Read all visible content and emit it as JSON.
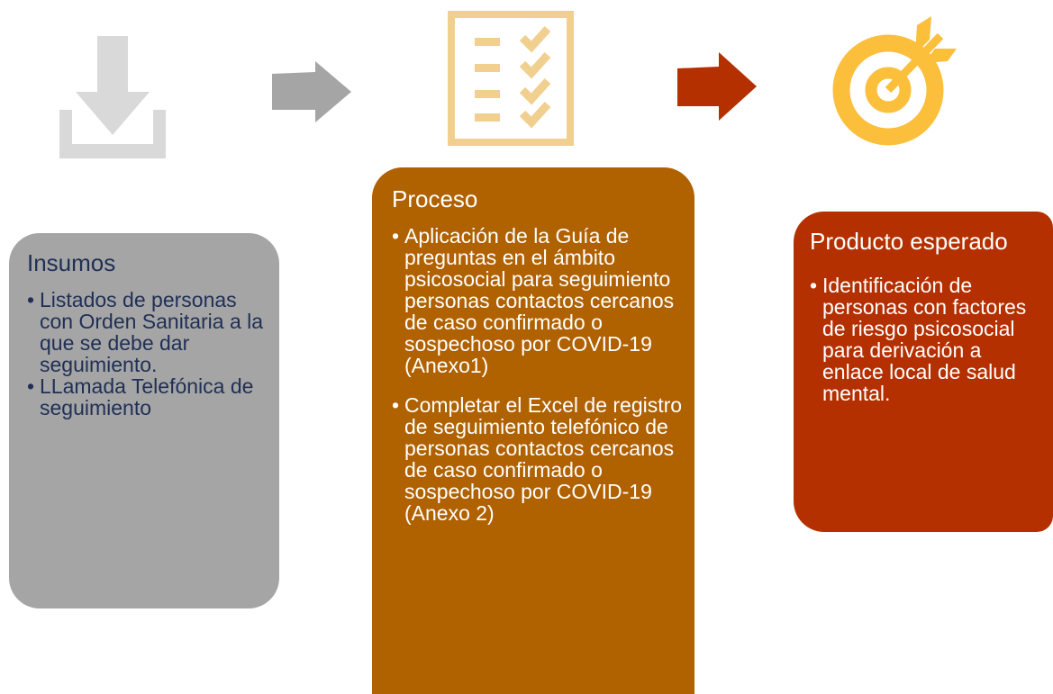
{
  "colors": {
    "insumos_card": "#a5a5a5",
    "proceso_card": "#b06100",
    "producto_card": "#b53000",
    "insumos_text": "#1f2f55",
    "download_icon": "#d9d9d9",
    "arrow_gray": "#a5a5a5",
    "checklist_icon": "#f1cf8f",
    "arrow_red": "#b53000",
    "target_icon": "#fbbf3c"
  },
  "icons": [
    "download-icon",
    "arrow-right-icon",
    "checklist-icon",
    "arrow-right-icon",
    "target-icon"
  ],
  "bullet": "•",
  "insumos": {
    "title": "Insumos",
    "items": [
      "Listados de personas con Orden Sanitaria a la que se debe dar seguimiento.",
      "LLamada Telefónica de seguimiento"
    ]
  },
  "proceso": {
    "title": "Proceso",
    "items": [
      "Aplicación de la Guía de preguntas en el ámbito psicosocial para seguimiento personas contactos cercanos de caso confirmado o sospechoso por COVID-19  (Anexo1)",
      "Completar el Excel de registro de seguimiento telefónico de personas contactos cercanos de caso confirmado o sospechoso por COVID-19 (Anexo 2)"
    ]
  },
  "producto": {
    "title": "Producto esperado",
    "items": [
      "Identificación de personas con factores de riesgo psicosocial para derivación a enlace local de salud mental."
    ]
  }
}
